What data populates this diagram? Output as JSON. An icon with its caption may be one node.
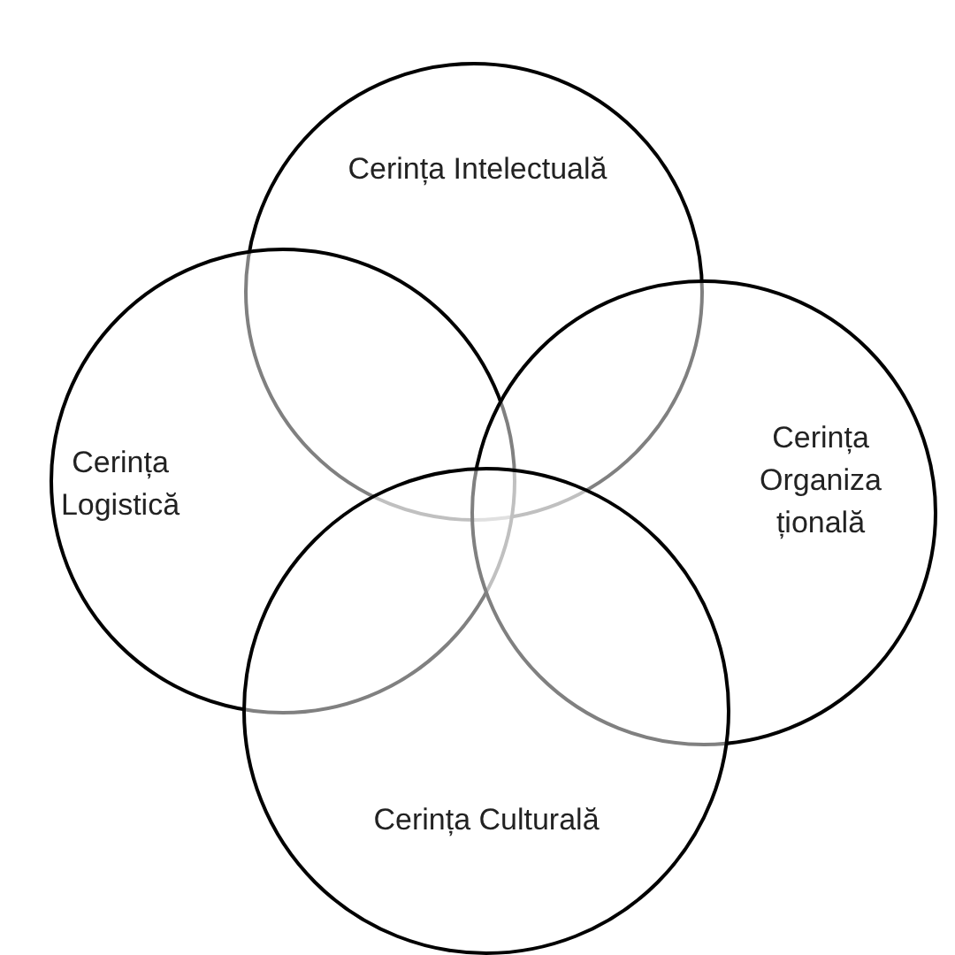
{
  "diagram": {
    "nodes": [
      {
        "text": [
          "Cerința Intelectuală"
        ]
      },
      {
        "text": [
          "Cerința Logistică"
        ]
      },
      {
        "text": [
          "Cerința Organizațională"
        ]
      },
      {
        "text": [
          "Cerința Culturală"
        ]
      }
    ]
  }
}
